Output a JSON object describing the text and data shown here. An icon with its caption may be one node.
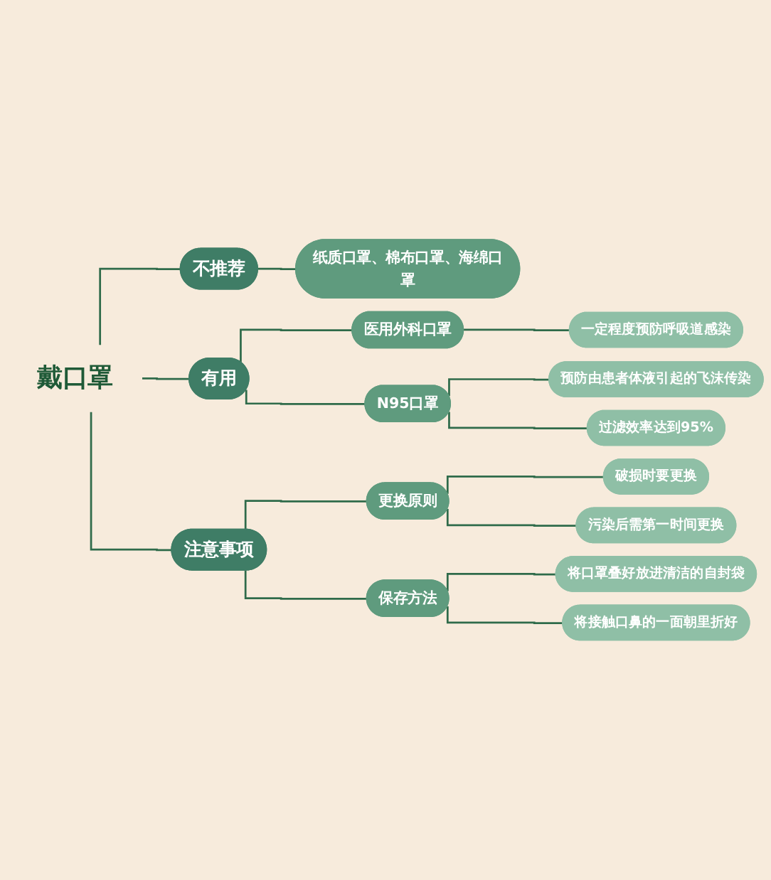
{
  "diagram": {
    "nodes": [
      {
        "text": [
          "戴口罩"
        ]
      },
      {
        "text": [
          "不推荐"
        ]
      },
      {
        "text": [
          "纸质口罩、棉布口罩、海绵口罩"
        ]
      },
      {
        "text": [
          "有用"
        ]
      },
      {
        "text": [
          "医用外科口罩"
        ]
      },
      {
        "text": [
          "一定程度预防呼吸道感染"
        ]
      },
      {
        "text": [
          "N95口罩"
        ]
      },
      {
        "text": [
          "预防由患者体液引起的飞沫传染"
        ]
      },
      {
        "text": [
          "过滤效率达到95%"
        ]
      },
      {
        "text": [
          "注意事项"
        ]
      },
      {
        "text": [
          "更换原则"
        ]
      },
      {
        "text": [
          "破损时要更换"
        ]
      },
      {
        "text": [
          "污染后需第一时间更换"
        ]
      },
      {
        "text": [
          "保存方法"
        ]
      },
      {
        "text": [
          "将口罩叠好放进清洁的自封袋"
        ]
      },
      {
        "text": [
          "将接触口鼻的一面朝里折好"
        ]
      }
    ],
    "edges": [
      {
        "from": 0,
        "to": 1,
        "arrow": "none"
      },
      {
        "from": 1,
        "to": 2,
        "arrow": "none"
      },
      {
        "from": 0,
        "to": 3,
        "arrow": "none"
      },
      {
        "from": 3,
        "to": 4,
        "arrow": "none"
      },
      {
        "from": 4,
        "to": 5,
        "arrow": "none"
      },
      {
        "from": 3,
        "to": 6,
        "arrow": "none"
      },
      {
        "from": 6,
        "to": 7,
        "arrow": "none"
      },
      {
        "from": 6,
        "to": 8,
        "arrow": "none"
      },
      {
        "from": 0,
        "to": 9,
        "arrow": "none"
      },
      {
        "from": 9,
        "to": 10,
        "arrow": "none"
      },
      {
        "from": 10,
        "to": 11,
        "arrow": "none"
      },
      {
        "from": 10,
        "to": 12,
        "arrow": "none"
      },
      {
        "from": 9,
        "to": 13,
        "arrow": "none"
      },
      {
        "from": 13,
        "to": 14,
        "arrow": "none"
      },
      {
        "from": 13,
        "to": 15,
        "arrow": "none"
      }
    ]
  }
}
